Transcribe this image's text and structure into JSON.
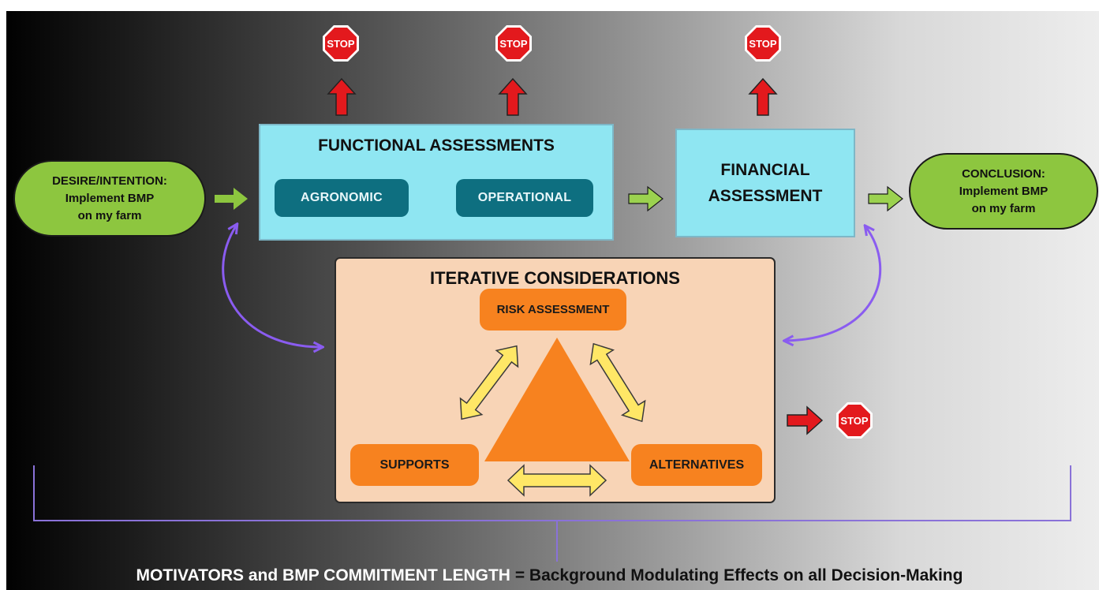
{
  "diagram": {
    "desire": "DESIRE/INTENTION:\nImplement BMP\non my farm",
    "functional_title": "FUNCTIONAL ASSESSMENTS",
    "agronomic": "AGRONOMIC",
    "operational": "OPERATIONAL",
    "financial": "FINANCIAL\nASSESSMENT",
    "conclusion": "CONCLUSION:\nImplement BMP\non my farm",
    "iterative_title": "ITERATIVE CONSIDERATIONS",
    "risk": "RISK ASSESSMENT",
    "supports": "SUPPORTS",
    "alternatives": "ALTERNATIVES",
    "stop_label": "STOP",
    "bottom_left": "MOTIVATORS and BMP COMMITMENT LENGTH",
    "bottom_right": "= Background Modulating Effects on all Decision-Making"
  },
  "colors": {
    "pill_green": "#8dc63f",
    "functional_cyan": "#8fe6f2",
    "teal_button": "#0e6f80",
    "iterative_peach": "#f8d4b6",
    "orange": "#f7821f",
    "stop_red": "#e3191d",
    "yellow_arrow": "#ffe766",
    "purple_arrow": "#8a5cf0",
    "bracket_purple": "#8a72d8"
  }
}
